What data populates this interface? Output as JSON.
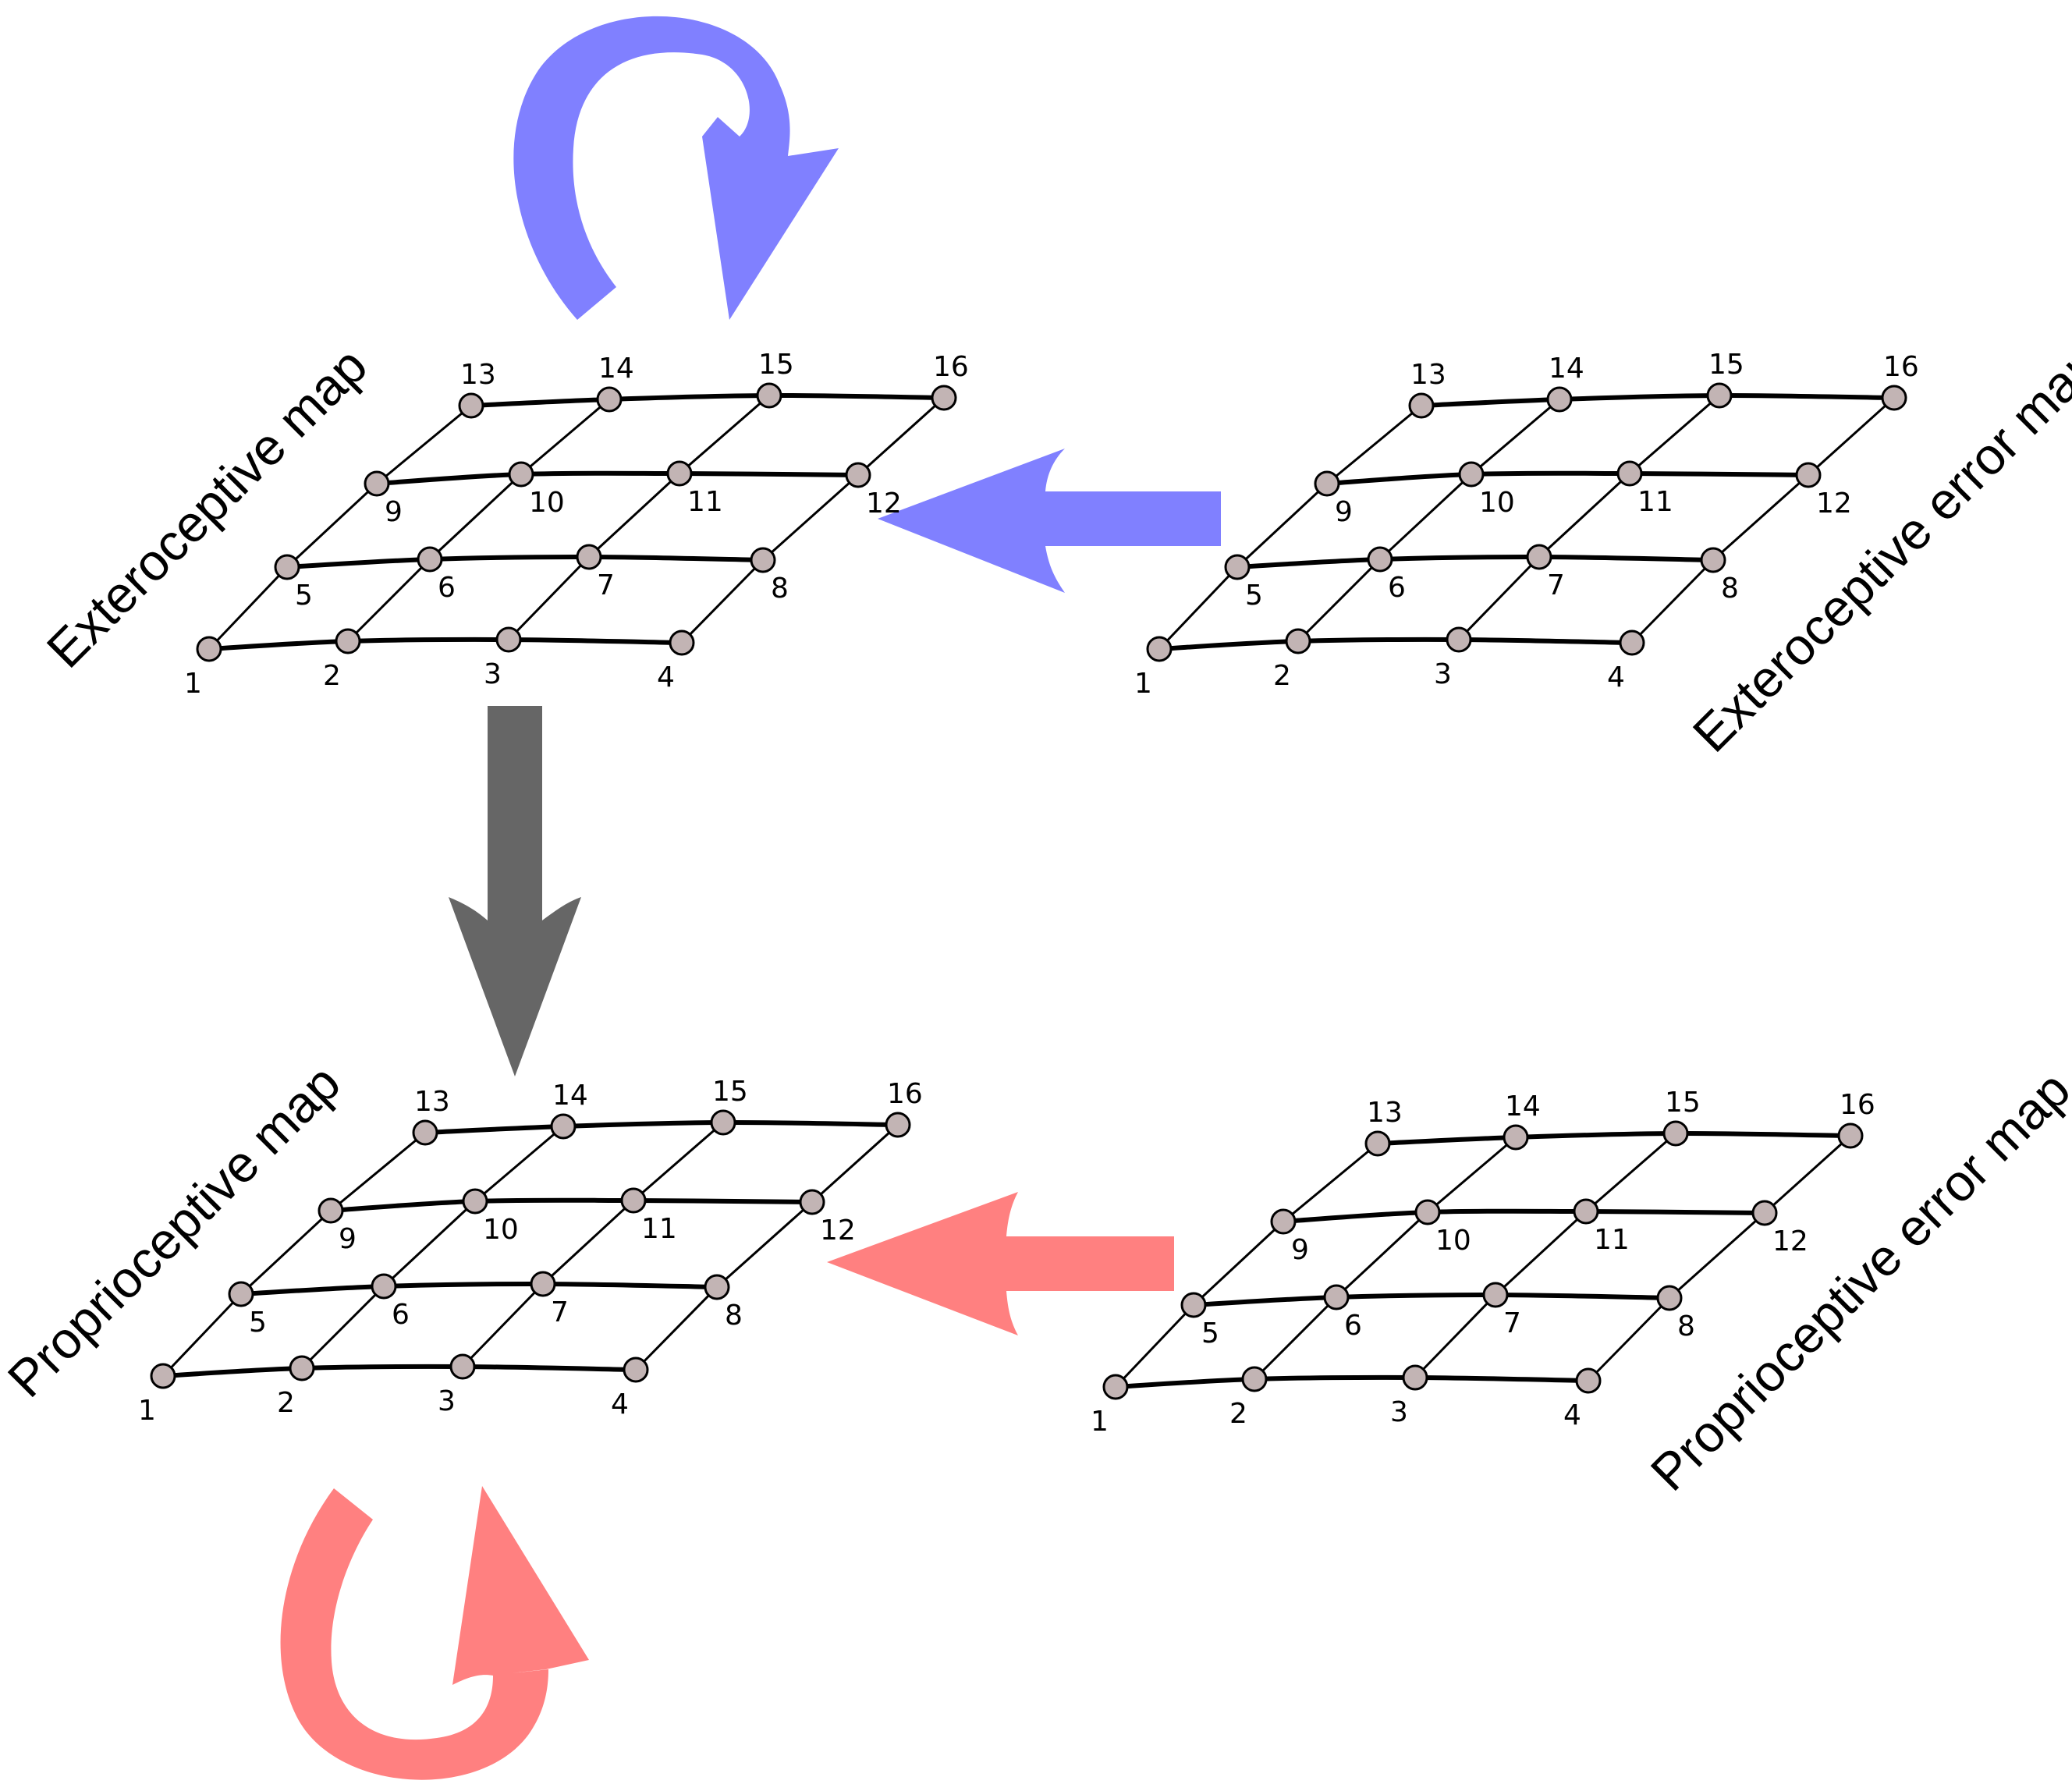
{
  "colors": {
    "node_fill": "#c2b4b4",
    "exteroceptive_arrow": "#8080ff",
    "proprioceptive_arrow": "#ff8080",
    "downward_arrow": "#666666"
  },
  "node_labels": [
    "1",
    "2",
    "3",
    "4",
    "5",
    "6",
    "7",
    "8",
    "9",
    "10",
    "11",
    "12",
    "13",
    "14",
    "15",
    "16"
  ],
  "maps": [
    {
      "id": "exteroceptive-map",
      "title": "Exteroceptive map"
    },
    {
      "id": "exteroceptive-error-map",
      "title": "Exteroceptive error map"
    },
    {
      "id": "proprioceptive-map",
      "title": "Proprioceptive map"
    },
    {
      "id": "proprioceptive-error-map",
      "title": "Proprioceptive error map"
    }
  ]
}
